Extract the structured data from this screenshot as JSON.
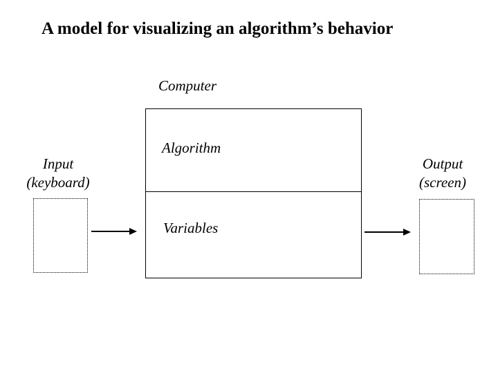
{
  "slide": {
    "title": "A model for visualizing an algorithm’s behavior"
  },
  "diagram": {
    "computer": {
      "label": "Computer"
    },
    "algorithm": {
      "label": "Algorithm"
    },
    "variables": {
      "label": "Variables"
    },
    "input": {
      "line1": "Input",
      "line2": "(keyboard)"
    },
    "output": {
      "line1": "Output",
      "line2": "(screen)"
    }
  },
  "colors": {
    "background": "#ffffff",
    "text": "#000000",
    "line": "#000000"
  }
}
